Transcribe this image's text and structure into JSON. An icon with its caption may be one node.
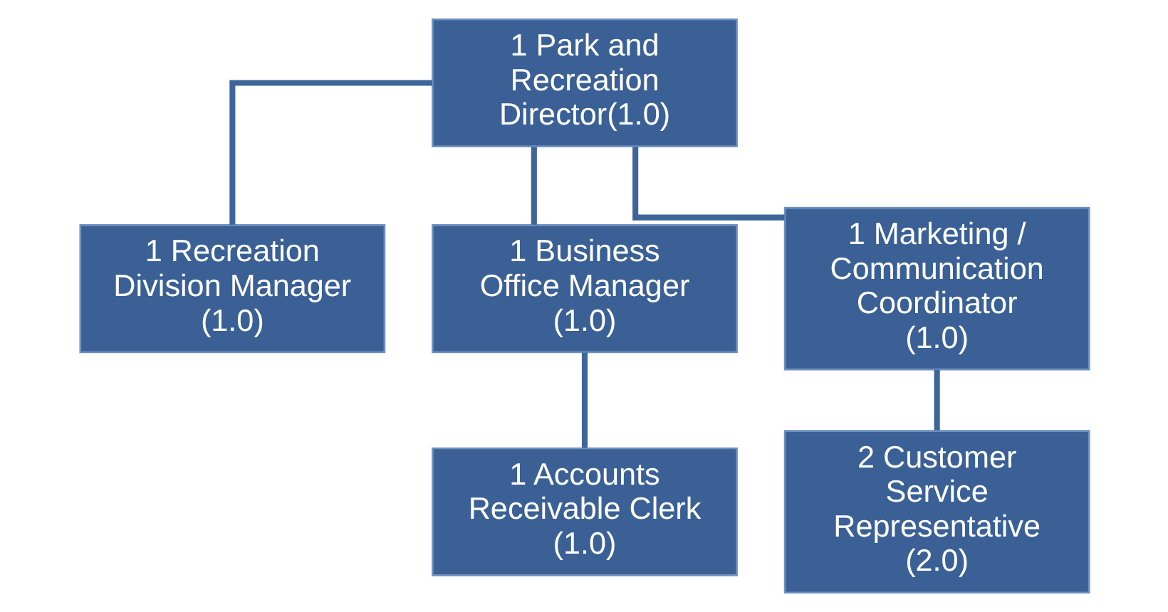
{
  "diagram": {
    "nodes": [
      {
        "text": [
          "1 Park and Recreation Director(1.0)"
        ]
      },
      {
        "text": [
          "1 Recreation Division Manager (1.0)"
        ]
      },
      {
        "text": [
          "1 Business Office Manager (1.0)"
        ]
      },
      {
        "text": [
          "1 Marketing / Communication Coordinator (1.0)"
        ]
      },
      {
        "text": [
          "1 Accounts Receivable Clerk (1.0)"
        ]
      },
      {
        "text": [
          "2 Customer Service Representative (2.0)"
        ]
      }
    ],
    "edges": [
      {
        "from": 0,
        "to": 1,
        "arrow": "none"
      },
      {
        "from": 0,
        "to": 2,
        "arrow": "none"
      },
      {
        "from": 0,
        "to": 3,
        "arrow": "none"
      },
      {
        "from": 2,
        "to": 4,
        "arrow": "none"
      },
      {
        "from": 3,
        "to": 5,
        "arrow": "none"
      }
    ]
  }
}
